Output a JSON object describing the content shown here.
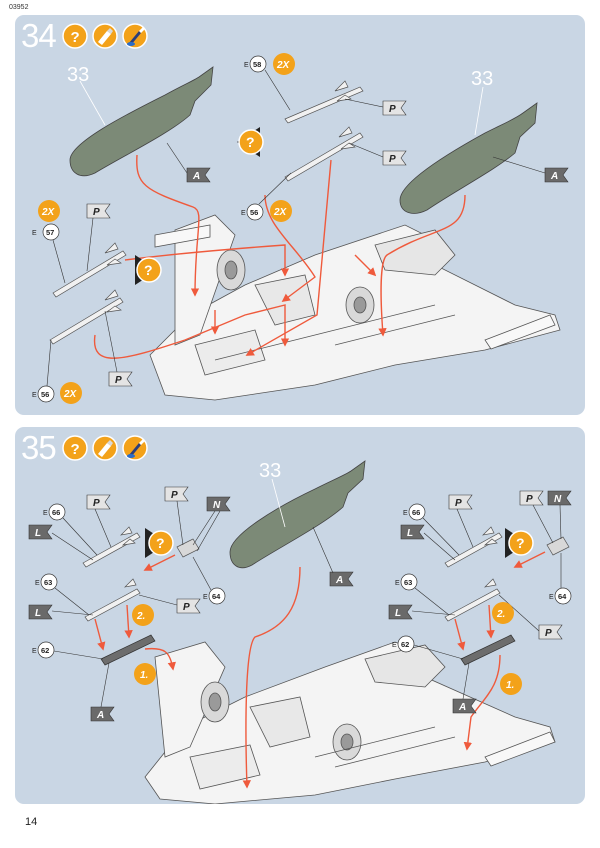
{
  "document": {
    "code": "03952",
    "page_number": "14"
  },
  "colors": {
    "panel_bg": "#c9d6e4",
    "step_number": "#ffffff",
    "badge_orange": "#f3a21a",
    "arrow_red": "#ef5a3c",
    "tank_gray": "#7c8a77",
    "part_white": "#f4f4f4",
    "flag_light": "#e4e4e4",
    "flag_dark": "#6a6a6a"
  },
  "steps": [
    {
      "number": "34",
      "icons": [
        "question-icon",
        "tube-glue-icon",
        "paint-brush-icon"
      ],
      "tank_labels": [
        "33",
        "33"
      ],
      "parts": [
        {
          "prefix": "E",
          "number": "58",
          "qty": "2X"
        },
        {
          "prefix": "E",
          "number": "57",
          "qty": "2X"
        },
        {
          "prefix": "E",
          "number": "56",
          "qty": "2X"
        },
        {
          "prefix": "E",
          "number": "56",
          "qty": "2X"
        }
      ],
      "flags": [
        "A",
        "A",
        "P",
        "P",
        "P",
        "P"
      ]
    },
    {
      "number": "35",
      "icons": [
        "question-icon",
        "tube-glue-icon",
        "paint-brush-icon"
      ],
      "tank_labels": [
        "33"
      ],
      "parts": [
        {
          "prefix": "E",
          "number": "66"
        },
        {
          "prefix": "E",
          "number": "63"
        },
        {
          "prefix": "E",
          "number": "62"
        },
        {
          "prefix": "E",
          "number": "64"
        },
        {
          "prefix": "E",
          "number": "66"
        },
        {
          "prefix": "E",
          "number": "63"
        },
        {
          "prefix": "E",
          "number": "62"
        },
        {
          "prefix": "E",
          "number": "64"
        }
      ],
      "sequence": [
        "1.",
        "2.",
        "1.",
        "2."
      ],
      "flags": [
        "L",
        "P",
        "P",
        "N",
        "L",
        "P",
        "A",
        "A",
        "L",
        "P",
        "P",
        "N",
        "L",
        "P",
        "A"
      ]
    }
  ]
}
